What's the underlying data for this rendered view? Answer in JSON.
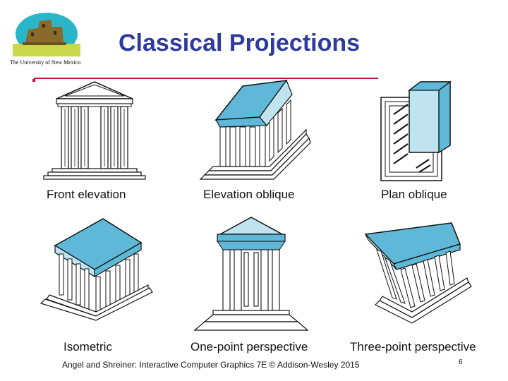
{
  "logo": {
    "caption": "The University of New Mexico"
  },
  "title": "Classical Projections",
  "panels": [
    {
      "id": "front",
      "caption": "Front elevation"
    },
    {
      "id": "elevation",
      "caption": "Elevation oblique"
    },
    {
      "id": "plan",
      "caption": "Plan oblique"
    },
    {
      "id": "isometric",
      "caption": "Isometric"
    },
    {
      "id": "onepoint",
      "caption": "One-point perspective"
    },
    {
      "id": "threepoint",
      "caption": "Three-point perspective"
    }
  ],
  "footer": "Angel and Shreiner: Interactive Computer Graphics 7E © Addison-Wesley 2015",
  "page_number": "6",
  "colors": {
    "title": "#2e3a9e",
    "rule": "#c8102e",
    "roof": "#5fb8d8",
    "roof_light": "#bfe4f0"
  }
}
